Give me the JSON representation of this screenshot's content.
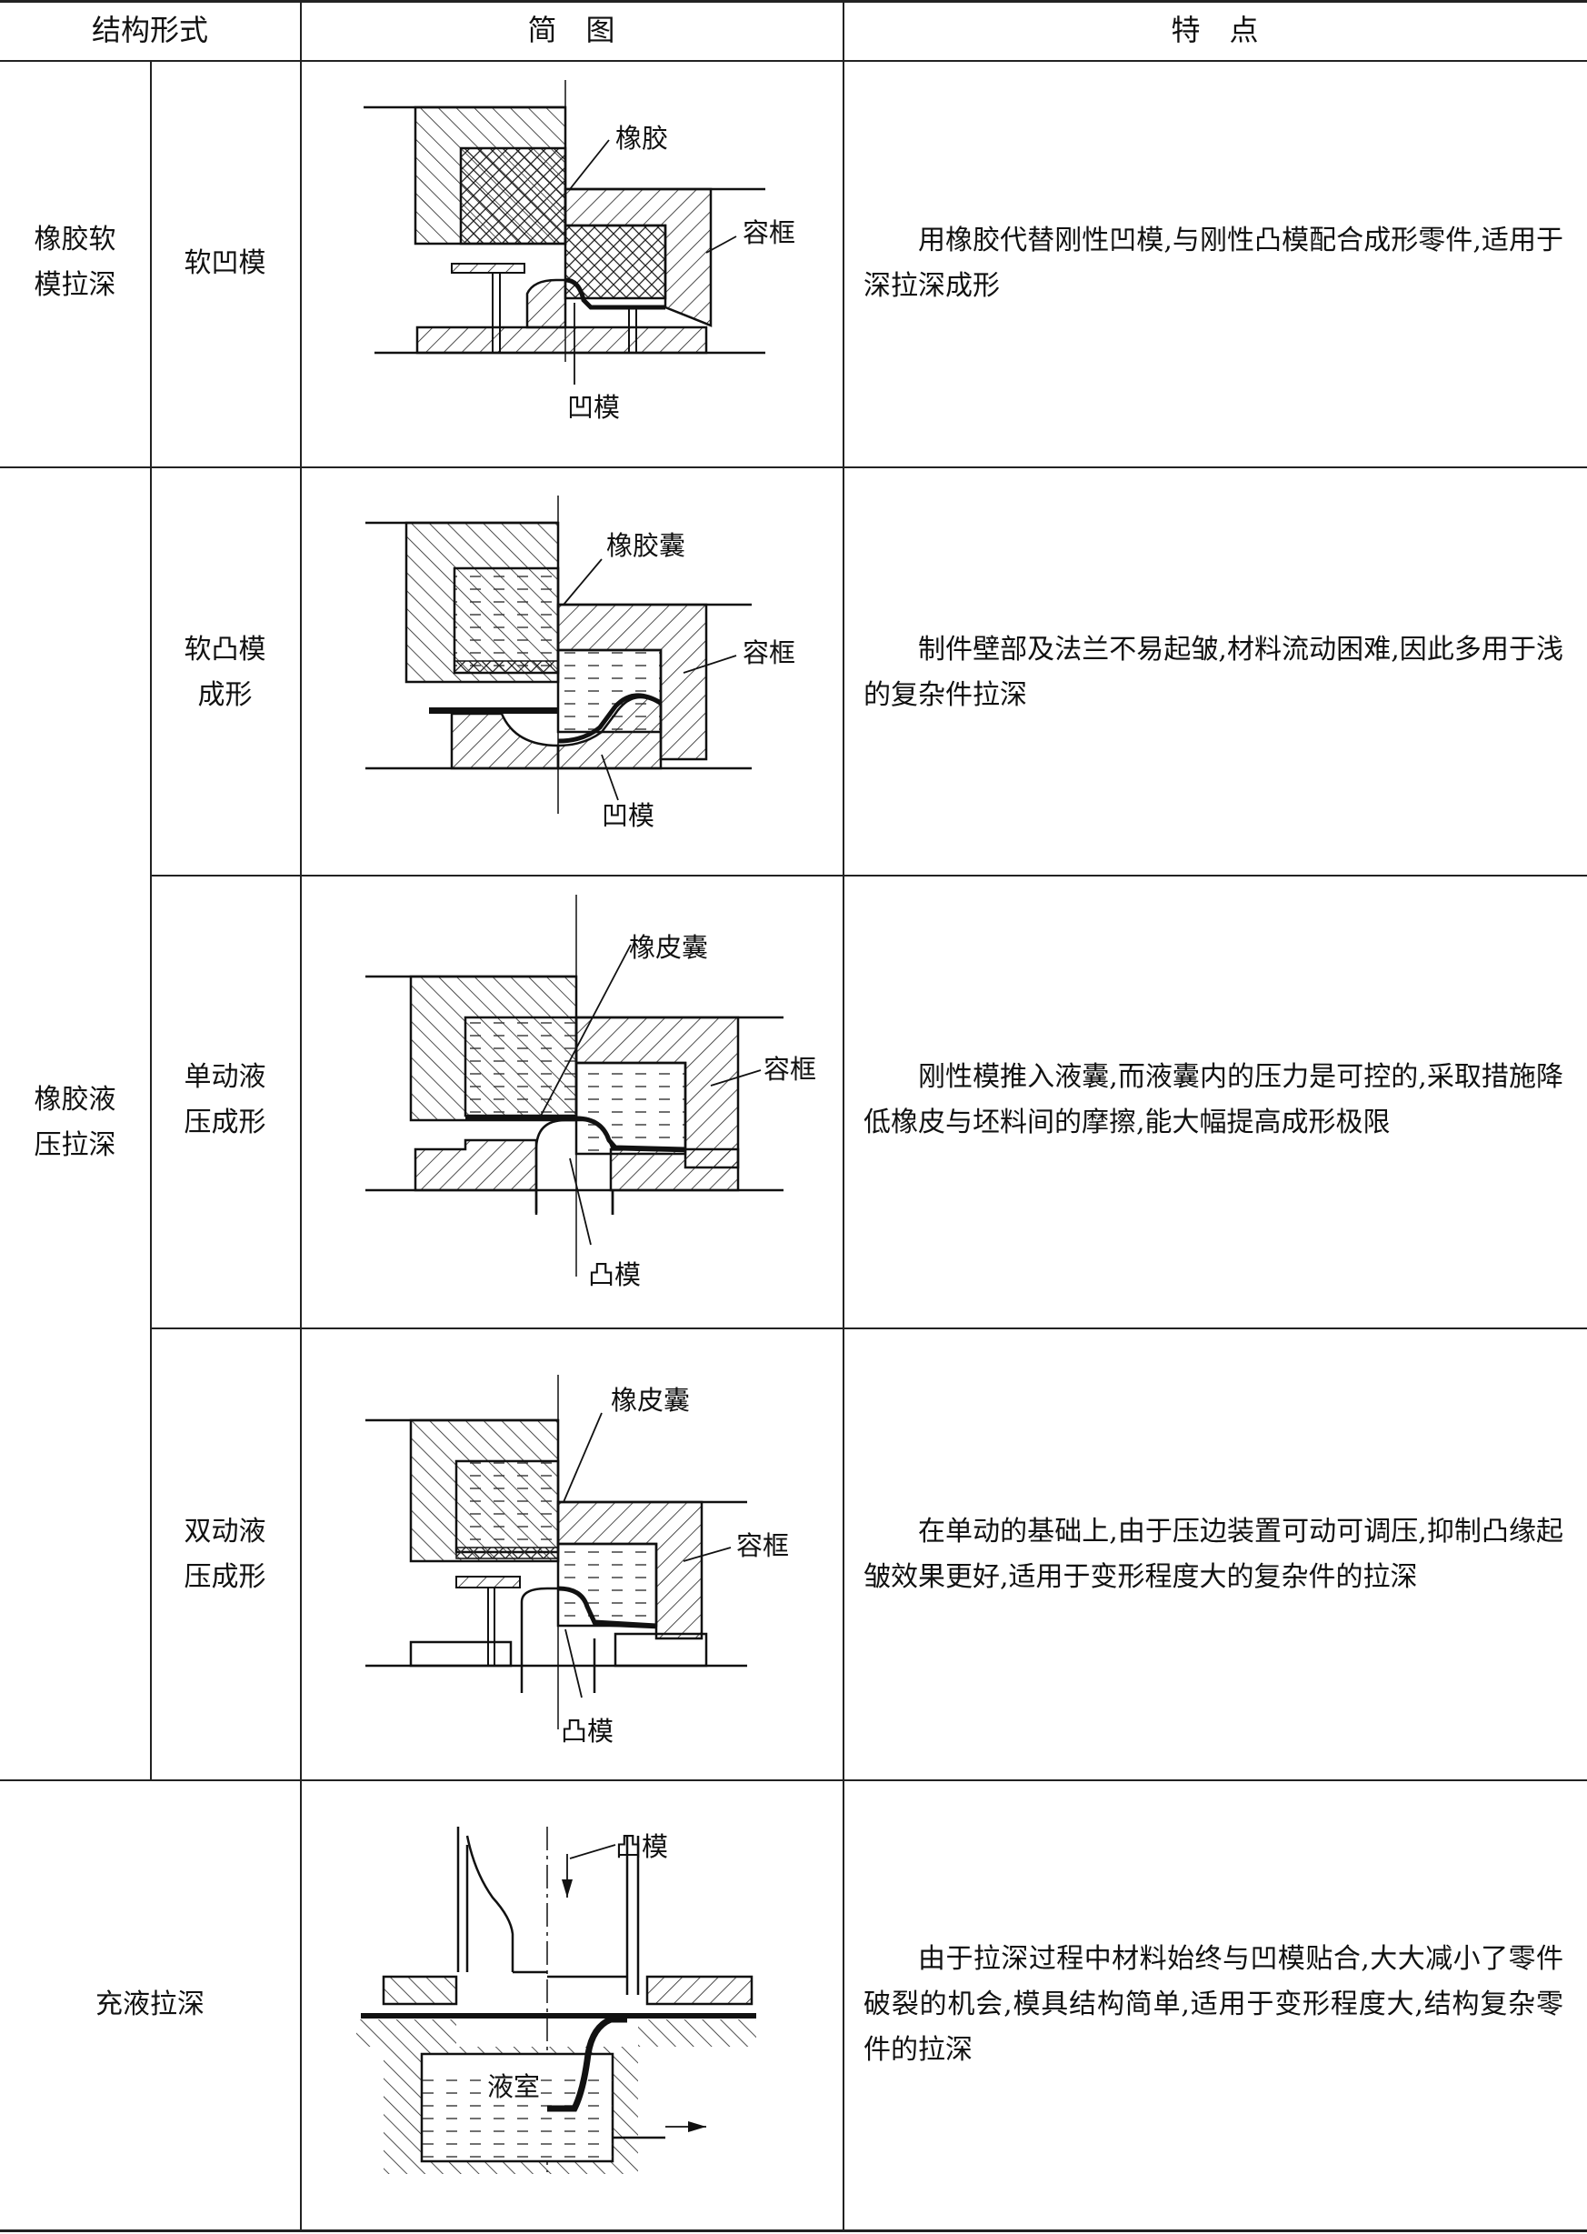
{
  "header": {
    "col_structure": "结构形式",
    "col_diagram": "简　图",
    "col_features": "特　点"
  },
  "rows": [
    {
      "group": "橡胶软\n模拉深",
      "type": "软凹模",
      "labels": [
        "橡胶",
        "容框",
        "凹模"
      ],
      "description": "用橡胶代替刚性凹模,与刚性凸模配合成形零件,适用于深拉深成形"
    },
    {
      "group": "橡胶液\n压拉深",
      "type": "软凸模\n成形",
      "labels": [
        "橡胶囊",
        "容框",
        "凹模"
      ],
      "description": "制件壁部及法兰不易起皱,材料流动困难,因此多用于浅的复杂件拉深"
    },
    {
      "type": "单动液\n压成形",
      "labels": [
        "橡皮囊",
        "容框",
        "凸模"
      ],
      "description": "刚性模推入液囊,而液囊内的压力是可控的,采取措施降低橡皮与坯料间的摩擦,能大幅提高成形极限"
    },
    {
      "type": "双动液\n压成形",
      "labels": [
        "橡皮囊",
        "容框",
        "凸模"
      ],
      "description": "在单动的基础上,由于压边装置可动可调压,抑制凸缘起皱效果更好,适用于变形程度大的复杂件的拉深"
    },
    {
      "group": "充液拉深",
      "labels": [
        "凸模",
        "液室"
      ],
      "description": "由于拉深过程中材料始终与凹模贴合,大大减小了零件破裂的机会,模具结构简单,适用于变形程度大,结构复杂零件的拉深"
    }
  ]
}
